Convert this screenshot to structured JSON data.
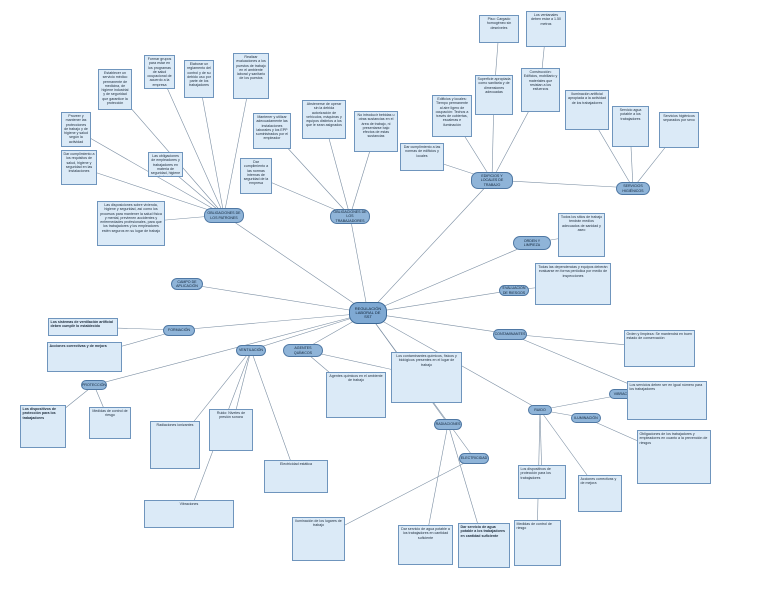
{
  "diagram": {
    "root": "REGULACIÓN LABORAL DE SST",
    "nodes": [
      {
        "id": "n1",
        "text": "Establecer un servicio médico permanente de medicina, de higiene industrial y de seguridad que garantice la protección",
        "type": "box"
      },
      {
        "id": "n2",
        "text": "Formar grupos para estar en los programas de salud ocupacional de acuerdo a la empresa",
        "type": "box"
      },
      {
        "id": "n3",
        "text": "Elaborar un reglamento del control y de su debido uso por parte de los trabajadores",
        "type": "box"
      },
      {
        "id": "n4",
        "text": "Realizar evaluaciones a los puestos de trabajo en el ambiente laboral y sanitario de los puestos",
        "type": "box"
      },
      {
        "id": "n5",
        "text": "Proveer y mantener las protecciones de trabajo y de higiene y salud según la actividad",
        "type": "box"
      },
      {
        "id": "n6",
        "text": "Dar cumplimiento a los requisitos de salud, higiene y seguridad en las instalaciones",
        "type": "box"
      },
      {
        "id": "n7",
        "text": "Mantener y utilizar adecuadamente las instalaciones laborales y los EPP suministrados por el empleador",
        "type": "box"
      },
      {
        "id": "n8",
        "text": "Abstenerse de operar sin la debida autorización de vehículos, máquinas y equipos distintos a los que le sean asignados",
        "type": "box"
      },
      {
        "id": "n9",
        "text": "No introducir bebidas u otras sustancias en el área de trabajo, ni presentarse bajo efectos de estas sustancias",
        "type": "box"
      },
      {
        "id": "n10",
        "text": "Dar cumplimiento a las normas internas de seguridad de la empresa",
        "type": "box"
      },
      {
        "id": "n11",
        "text": "Las obligaciones de empleadores y trabajadores en materia de seguridad, higiene y salud se rigen por lo establecido",
        "type": "box"
      },
      {
        "id": "n12",
        "text": "Las disposiciones sobre vivienda, higiene y seguridad, así como los procesos para mantener la salud física y mental, previenen accidentes y enfermedades profesionales, para que los trabajadores y los empleadores estén seguros en su lugar de trabajo",
        "type": "box"
      },
      {
        "id": "n13",
        "text": "Edificios y locales: Tiempo permanente al aire ligero de ocupación: Techos a través de cubiertas, escaleras e iluminación",
        "type": "box"
      },
      {
        "id": "n14",
        "text": "Superficie apropiada como sanitaria y de dimensiones adecuadas",
        "type": "box"
      },
      {
        "id": "n15",
        "text": "Construcción: Edificios, mobiliario y materiales que resistan a los esfuerzos",
        "type": "box"
      },
      {
        "id": "n16",
        "text": "Piso: Cargado homogéneo sin desniveles",
        "type": "box"
      },
      {
        "id": "n17",
        "text": "Los ventanales deben estar a 1.50 metros",
        "type": "box"
      },
      {
        "id": "n18",
        "text": "Iluminación artificial apropiada a la actividad de los trabajadores",
        "type": "box"
      },
      {
        "id": "n19",
        "text": "Servicio agua potable a los trabajadores",
        "type": "box"
      },
      {
        "id": "n20",
        "text": "Servicios higiénicos separados por sexo",
        "type": "box"
      },
      {
        "id": "n21",
        "text": "Dar servicio de agua potable a los trabajadores en cantidad suficiente",
        "type": "box"
      },
      {
        "id": "n22",
        "text": "Dar cumplimiento a las normas de edificios y locales",
        "type": "box"
      },
      {
        "id": "n23",
        "text": "Todos los sitios de trabajo tendrán medios adecuados de sanidad y aseo",
        "type": "box"
      },
      {
        "id": "n24",
        "text": "Todas las dependencias y equipos deberán evaluarse en forma periódica por medio de inspecciones",
        "type": "box"
      },
      {
        "id": "n25",
        "text": "Orden y limpieza: Se mantendrá en buen estado de conservación",
        "type": "box"
      },
      {
        "id": "n26",
        "text": "Los servicios deben ser en igual número para los trabajadores",
        "type": "box"
      },
      {
        "id": "n27",
        "text": "Obligaciones de los trabajadores y empleadores en cuanto a la prevención de riesgos",
        "type": "box"
      },
      {
        "id": "n28",
        "text": "Los contaminantes químicos, físicos y biológicos presentes en el lugar de trabajo",
        "type": "box"
      },
      {
        "id": "n29",
        "text": "Agentes químicos en el ambiente de trabajo",
        "type": "box"
      },
      {
        "id": "n30",
        "text": "Los sistemas de ventilación artificial deben cumplir lo establecido",
        "type": "box"
      },
      {
        "id": "n31",
        "text": "Acciones correctivas y de mejora",
        "type": "box"
      },
      {
        "id": "n32",
        "text": "Los dispositivos de protección para los trabajadores",
        "type": "box"
      },
      {
        "id": "n33",
        "text": "Medidas de control de riesgo",
        "type": "box"
      },
      {
        "id": "n34",
        "text": "Radiaciones ionizantes",
        "type": "box"
      },
      {
        "id": "n35",
        "text": "Ruido: Niveles de presión sonora",
        "type": "box"
      },
      {
        "id": "n36",
        "text": "Vibraciones",
        "type": "box"
      },
      {
        "id": "n37",
        "text": "Iluminación de los lugares de trabajo",
        "type": "box"
      },
      {
        "id": "n38",
        "text": "Electricidad estática",
        "type": "box"
      }
    ],
    "pills": [
      {
        "id": "p1",
        "text": "OBLIGACIONES DE LOS PATRONES"
      },
      {
        "id": "p2",
        "text": "OBLIGACIONES DE LOS TRABAJADORES"
      },
      {
        "id": "p3",
        "text": "EDIFICIOS Y LOCALES DE TRABAJO"
      },
      {
        "id": "p4",
        "text": "SERVICIOS HIGIÉNICOS"
      },
      {
        "id": "p5",
        "text": "CAMPO DE APLICACIÓN"
      },
      {
        "id": "p6",
        "text": "ORDEN Y LIMPIEZA"
      },
      {
        "id": "p7",
        "text": "EVALUACIÓN DE RIESGOS"
      },
      {
        "id": "p8",
        "text": "FORMACIÓN"
      },
      {
        "id": "p9",
        "text": "CONTAMINANTES"
      },
      {
        "id": "p10",
        "text": "AGENTES QUÍMICOS"
      },
      {
        "id": "p11",
        "text": "VENTILACIÓN"
      },
      {
        "id": "p12",
        "text": "PROTECCIÓN"
      },
      {
        "id": "p13",
        "text": "RADIACIONES"
      },
      {
        "id": "p14",
        "text": "RUIDO"
      },
      {
        "id": "p15",
        "text": "VIBRACIONES"
      },
      {
        "id": "p16",
        "text": "ILUMINACIÓN"
      },
      {
        "id": "p17",
        "text": "ELECTRICIDAD"
      }
    ]
  }
}
